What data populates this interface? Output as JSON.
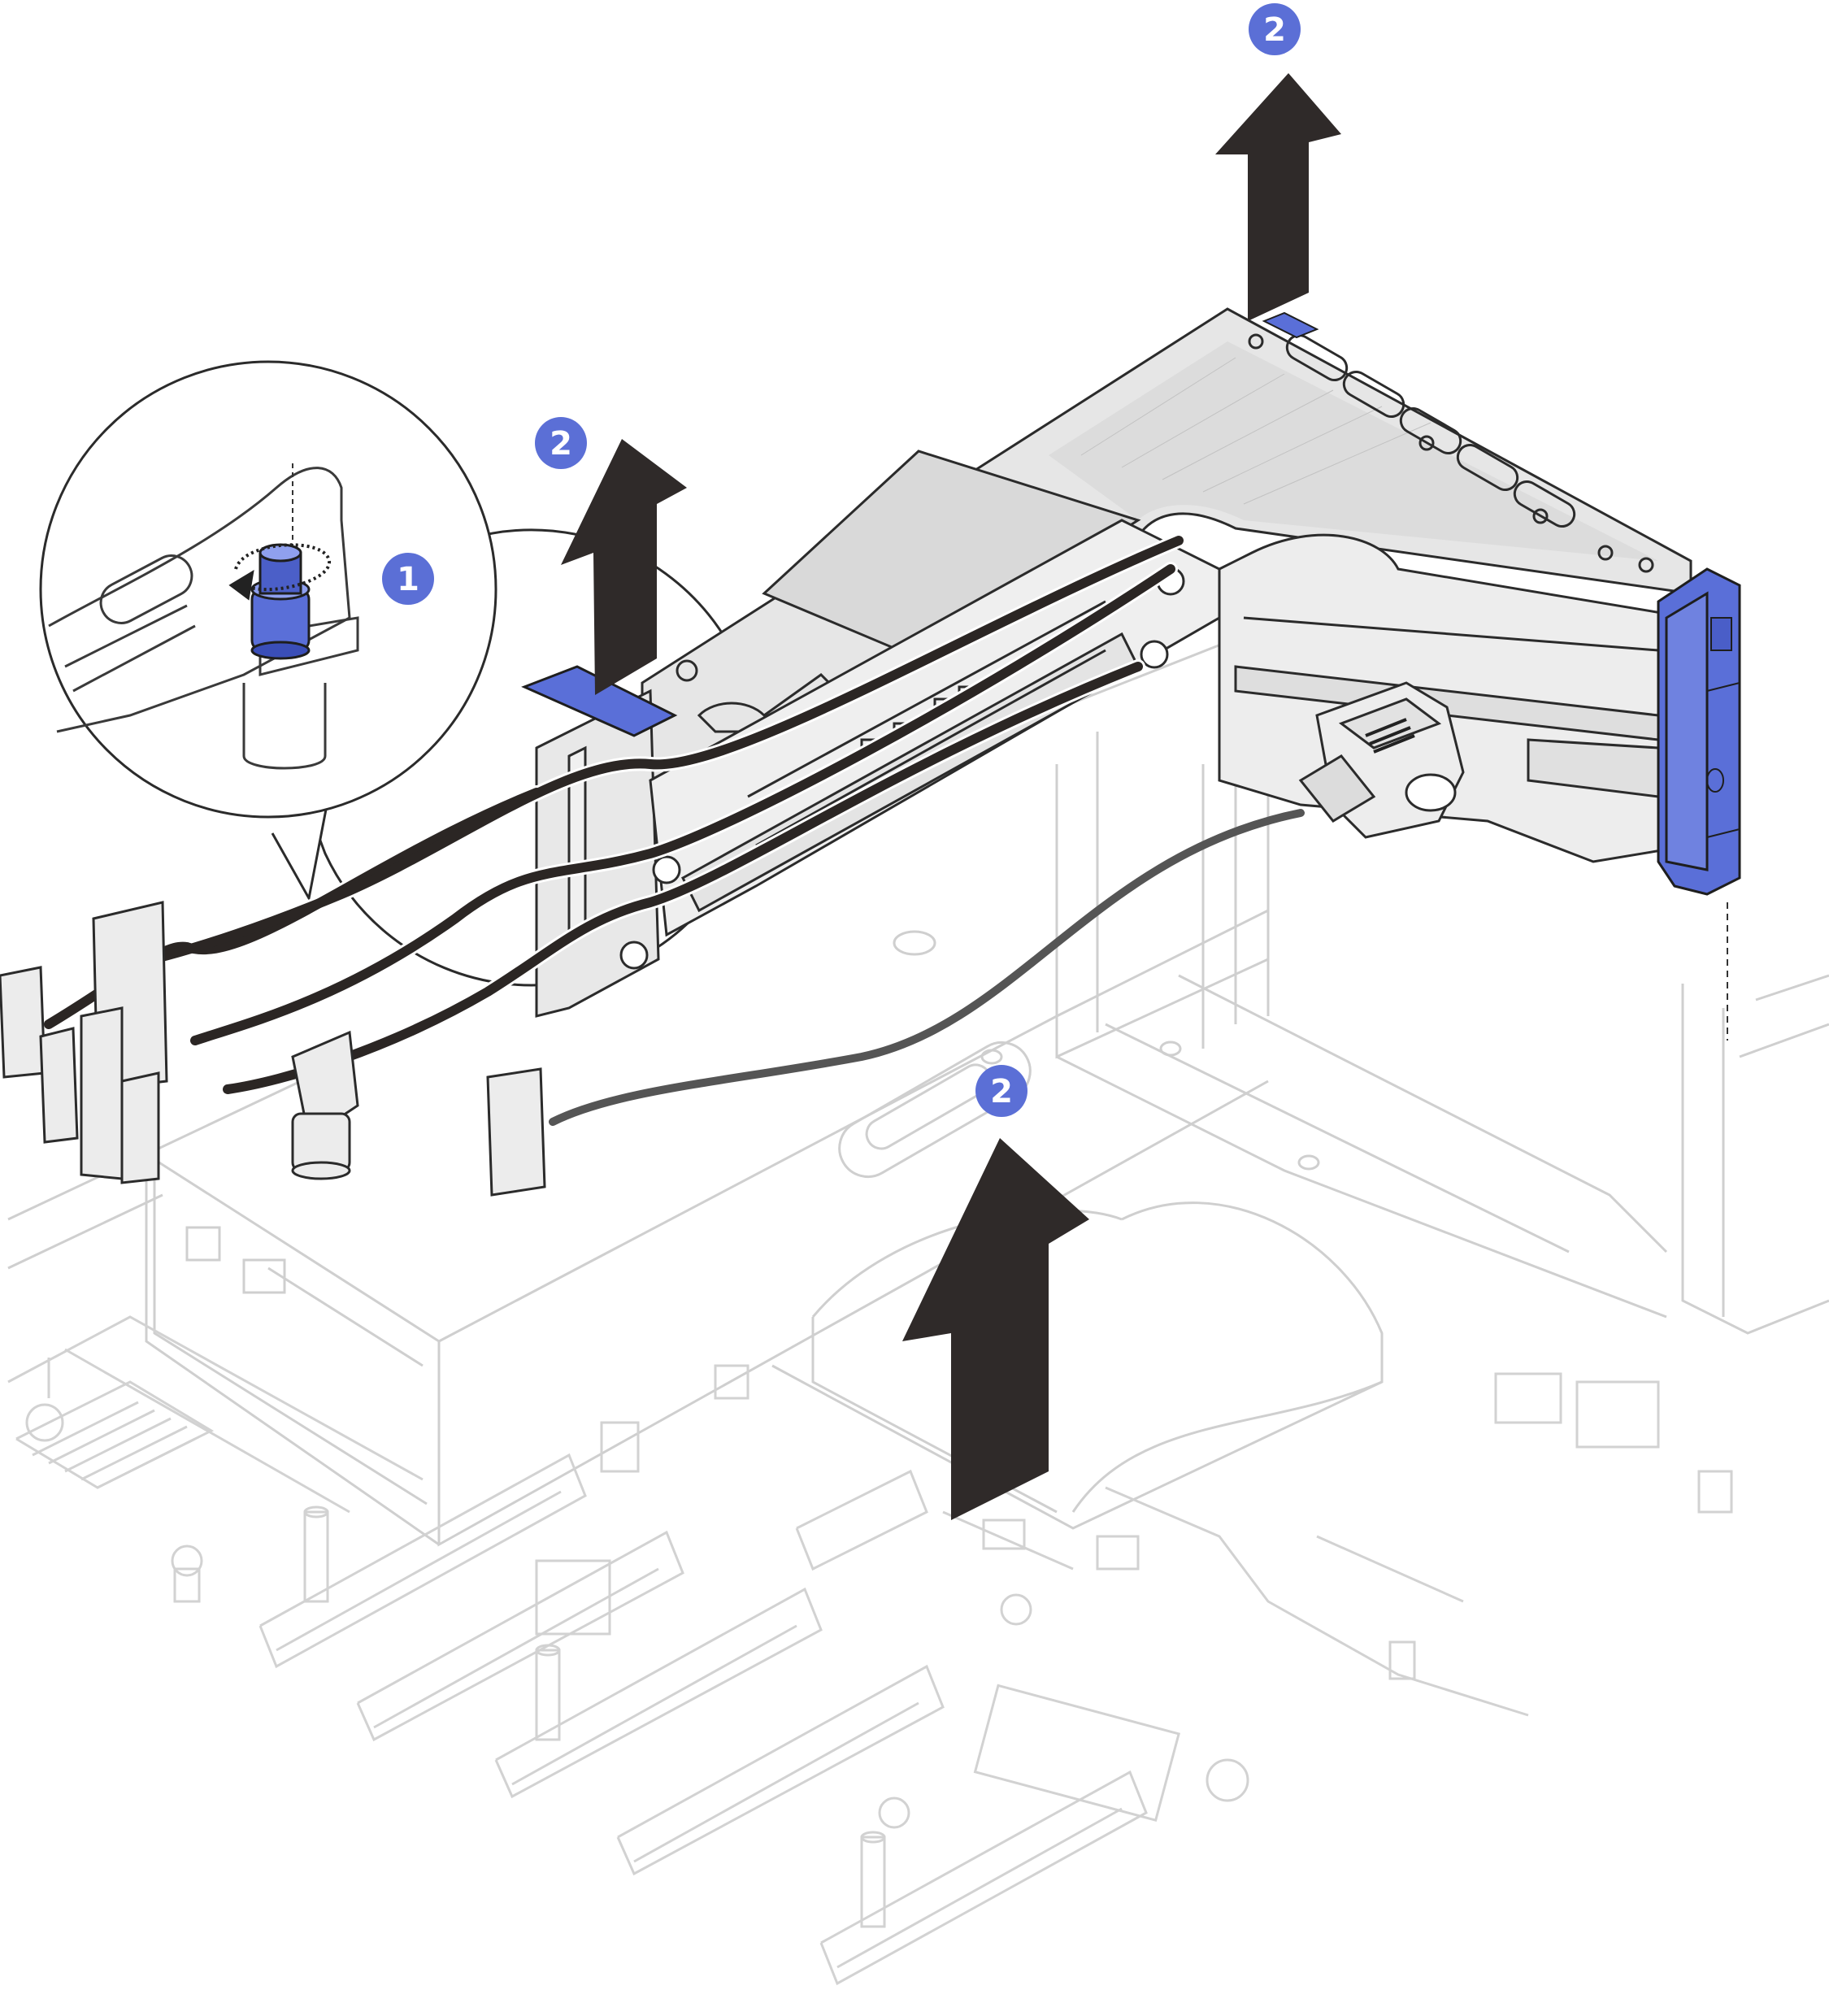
{
  "callouts": {
    "step1": {
      "number": "1"
    },
    "step2_top": {
      "number": "2"
    },
    "step2_left": {
      "number": "2"
    },
    "step2_bottom": {
      "number": "2"
    }
  },
  "colors": {
    "callout_fill": "#5b6fd6",
    "arrow_fill": "#2f2a29",
    "latch_blue": "#5a6fd8",
    "metal_fill": "#e4e4e4",
    "cable_dark": "#2b2624",
    "cable_gray": "#555555",
    "faint_line": "#c8c8c8"
  },
  "icons": {
    "lift_arrow": "arrow-up-icon",
    "screw": "thumbscrew-icon",
    "rotate": "rotate-icon"
  }
}
